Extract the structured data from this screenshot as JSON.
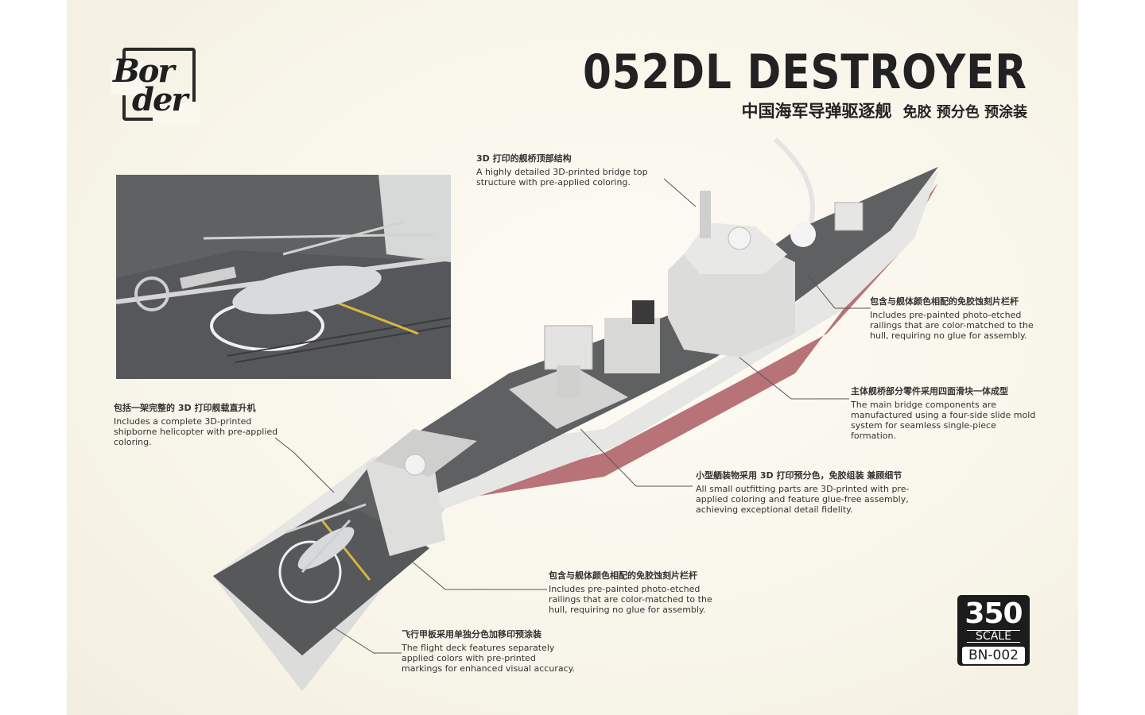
{
  "brand": {
    "logo_line1": "Bor",
    "logo_line2": "der"
  },
  "header": {
    "title": "052DL DESTROYER",
    "subtitle_zh": "中国海军导弹驱逐舰",
    "subtitle_extra": "免胶 预分色 预涂装"
  },
  "callouts": {
    "bridge_top": {
      "zh": "3D 打印的舰桥顶部结构",
      "en": "A highly detailed 3D-printed bridge top structure with pre-applied coloring."
    },
    "railings_upper": {
      "zh": "包含与舰体颜色相配的免胶蚀刻片栏杆",
      "en": "Includes pre-painted photo-etched railings that are color-matched to the hull, requiring no glue for assembly."
    },
    "main_bridge": {
      "zh": "主体舰桥部分零件采用四面滑块一体成型",
      "en": "The main bridge components are manufactured using a four-side slide mold system for seamless single-piece formation."
    },
    "helicopter": {
      "zh": "包括一架完整的 3D 打印舰载直升机",
      "en": "Includes a complete 3D-printed shipborne helicopter with pre-applied coloring."
    },
    "small_parts": {
      "zh": "小型舾装物采用 3D 打印预分色，免胶组装 兼顾细节",
      "en": "All small outfitting parts are 3D-printed with pre-applied coloring and feature glue-free assembly, achieving exceptional detail fidelity."
    },
    "railings_lower": {
      "zh": "包含与舰体颜色相配的免胶蚀刻片栏杆",
      "en": "Includes pre-painted photo-etched railings that are color-matched to the hull, requiring no glue for assembly."
    },
    "flight_deck": {
      "zh": "飞行甲板采用单独分色加移印预涂装",
      "en": "The flight deck features separately applied colors with pre-printed markings for enhanced visual accuracy."
    }
  },
  "badge": {
    "scale_number": "350",
    "scale_label": "SCALE",
    "product_code": "BN-002"
  },
  "colors": {
    "background": "#f8f5ea",
    "hull": "#e8e8e6",
    "deck": "#6a6c6d",
    "hull_bottom": "#b0646a",
    "text": "#333333",
    "badge": "#1c1c1c"
  }
}
